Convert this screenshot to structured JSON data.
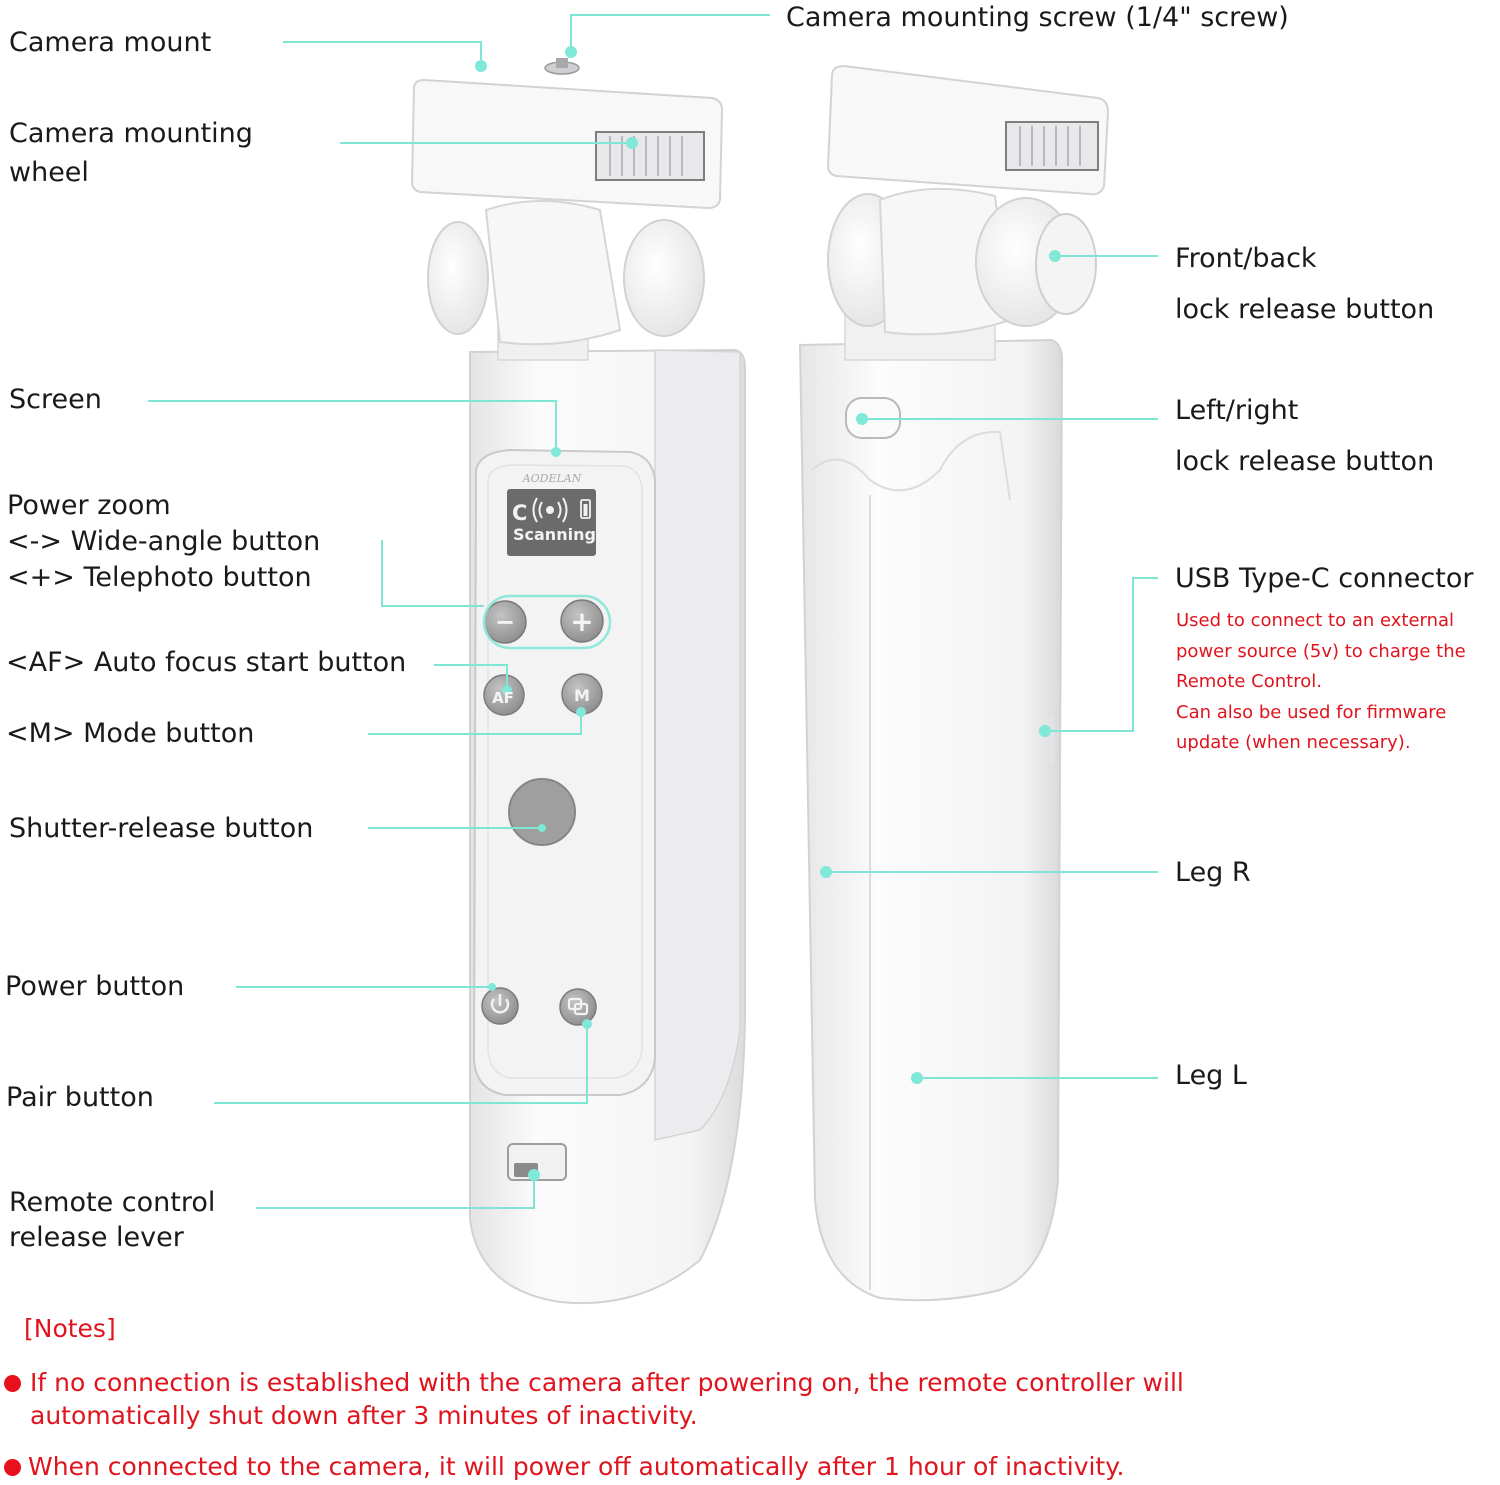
{
  "labels": {
    "camera_mount": "Camera mount",
    "camera_mounting_screw": "Camera mounting screw (1/4\" screw)",
    "camera_mounting_wheel": [
      "Camera mounting",
      "wheel"
    ],
    "screen": "Screen",
    "power_zoom": [
      "Power zoom",
      "<-> Wide-angle button",
      "<+> Telephoto button"
    ],
    "af_button": "<AF> Auto focus start button",
    "mode_button": "<M> Mode button",
    "shutter_button": "Shutter-release button",
    "power_button": "Power button",
    "pair_button": "Pair button",
    "release_lever": [
      "Remote control",
      "release lever"
    ],
    "front_back_lock": [
      "Front/back",
      "lock release button"
    ],
    "left_right_lock": [
      "Left/right",
      "lock release button"
    ],
    "usb_c": "USB Type-C connector",
    "usb_c_note": [
      "Used to connect to an external",
      "power source (5v) to charge the",
      "Remote Control.",
      "Can also be used for firmware",
      "update (when necessary)."
    ],
    "leg_r": "Leg R",
    "leg_l": "Leg L"
  },
  "device_screen": {
    "brand": "AODELAN",
    "mode_letter": "C",
    "status": "Scanning",
    "buttons": {
      "minus": "−",
      "plus": "+",
      "af": "AF",
      "m": "M"
    }
  },
  "notes": {
    "title": "[Notes]",
    "items": [
      [
        "If no connection is established with the camera after powering on, the remote controller will",
        "automatically shut down after 3 minutes of inactivity."
      ],
      [
        "When connected to the camera, it will power off automatically after 1 hour of  inactivity."
      ]
    ]
  },
  "colors": {
    "leader_line": "#7fe6d6",
    "leader_dot": "#7fe8d8",
    "note_red": "#e0141e",
    "device_white": "#f6f6f6",
    "device_shadow": "#d7d7d9",
    "screen_gray": "#6b6b6b",
    "button_gray": "#a9a9a9"
  }
}
